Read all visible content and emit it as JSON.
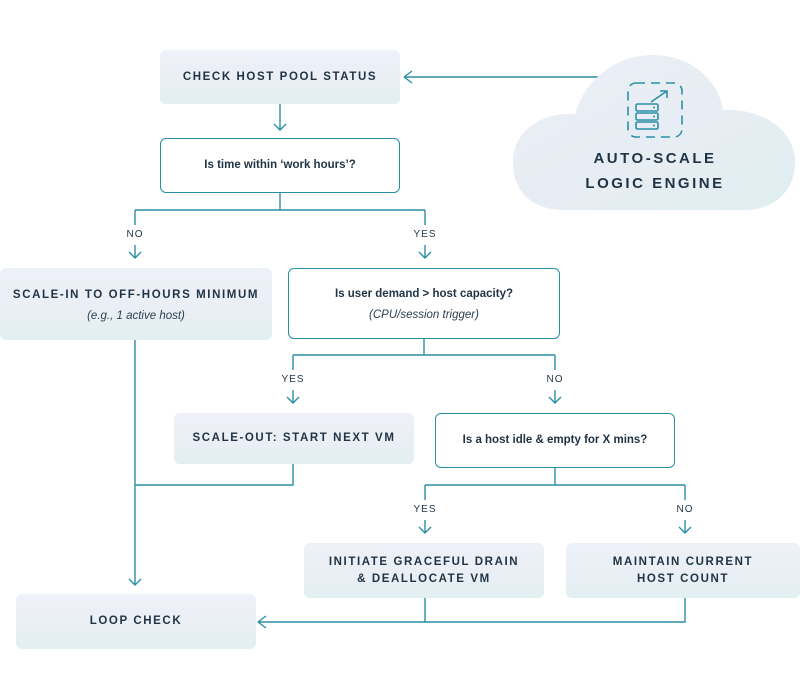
{
  "nodes": {
    "check_pool": "CHECK HOST POOL STATUS",
    "work_hours": "Is time within ‘work hours’?",
    "scale_in": "SCALE-IN TO OFF-HOURS MINIMUM",
    "scale_in_note": "(e.g., 1 active host)",
    "demand": "Is user demand > host capacity?",
    "demand_note": "(CPU/session trigger)",
    "scale_out": "SCALE-OUT: START NEXT VM",
    "idle": "Is a host idle & empty for X mins?",
    "drain_line1": "INITIATE GRACEFUL DRAIN",
    "drain_line2": "& DEALLOCATE VM",
    "maintain_line1": "MAINTAIN CURRENT",
    "maintain_line2": "HOST COUNT",
    "loop": "LOOP CHECK"
  },
  "labels": {
    "no_1": "NO",
    "yes_1": "YES",
    "yes_2": "YES",
    "no_2": "NO",
    "yes_3": "YES",
    "no_3": "NO"
  },
  "engine": {
    "title_line1": "AUTO-SCALE",
    "title_line2": "LOGIC ENGINE",
    "icon": "server-scale-icon"
  },
  "colors": {
    "accent": "#2a8fa6",
    "text": "#1f3344",
    "box_fill": "#eaeff5"
  }
}
